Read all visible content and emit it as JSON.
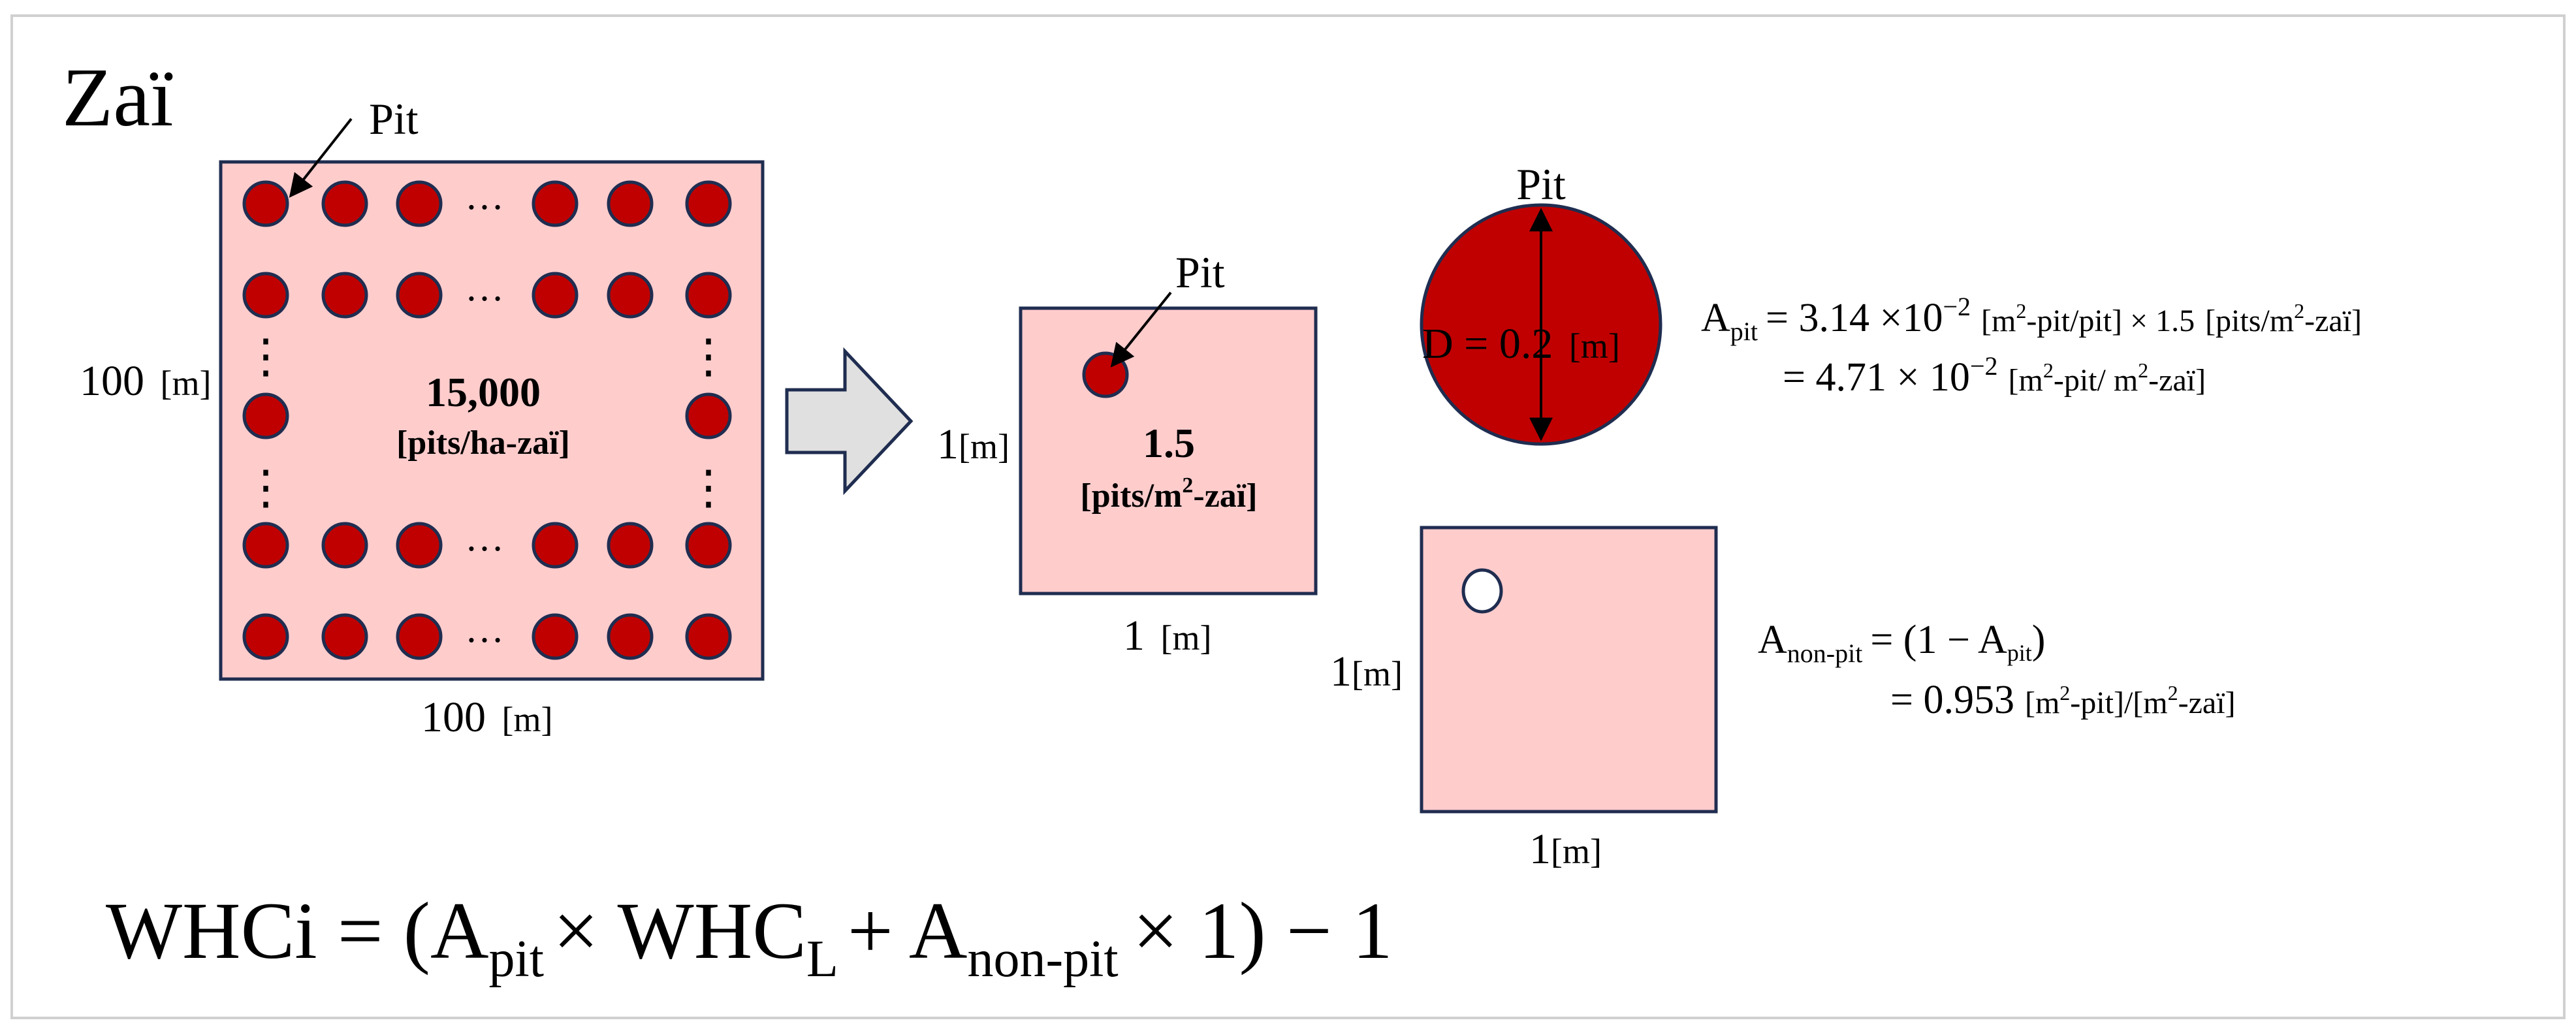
{
  "title": "Zaï",
  "colors": {
    "pink": "#ffcccc",
    "pit_red": "#c00000",
    "navy": "#1f2d50",
    "arrow_fill": "#e0e0e0",
    "frame": "#d0d0d0"
  },
  "left_panel": {
    "pit_label": "Pit",
    "height_value": "100",
    "height_unit": "[m]",
    "width_value": "100",
    "width_unit": "[m]",
    "density_value": "15,000",
    "density_unit": "[pits/ha-zaï]",
    "ellipsis_h": "…",
    "ellipsis_v": "⋮"
  },
  "middle_panel": {
    "pit_label": "Pit",
    "height_value": "1",
    "height_unit": "[m]",
    "width_value": "1",
    "width_unit": "[m]",
    "density_value": "1.5",
    "density_unit_a": "[pits/m",
    "density_unit_sup": "2",
    "density_unit_b": "-zaï]"
  },
  "pit_detail": {
    "label": "Pit",
    "diameter_text": "D = 0.2",
    "diameter_unit": "[m]"
  },
  "non_pit_square": {
    "height_value": "1",
    "height_unit": "[m]",
    "width_value": "1",
    "width_unit": "[m]"
  },
  "eq_pit": {
    "A": "A",
    "sub": "pit",
    "line1_part1": "= 3.14 ×10",
    "line1_exp": "−2",
    "line1_part2": "[m",
    "line1_sup2": "2",
    "line1_part3": "-pit/pit] × 1.5",
    "line1_part4": "[pits/m",
    "line1_sup3": "2",
    "line1_part5": "-zaï]",
    "line2_part1": "= 4.71 × 10",
    "line2_exp": "−2",
    "line2_part2": "[m",
    "line2_sup2": "2",
    "line2_part3": "-pit/ m",
    "line2_sup3": "2",
    "line2_part4": "-zaï]"
  },
  "eq_nonpit": {
    "A": "A",
    "sub": "non-pit",
    "line1_part1": "= (1 − A",
    "line1_sub": "pit",
    "line1_part2": ")",
    "line2_part1": "= 0.953",
    "line2_part2": "[m",
    "line2_sup1": "2",
    "line2_part3": "-pit]/[m",
    "line2_sup2": "2",
    "line2_part4": "-zaï]"
  },
  "formula": {
    "p1": "WHCi = (A",
    "s1": "pit",
    "p2": "× WHC",
    "s2": "L",
    "p3": "+ A",
    "s3": "non-pit",
    "p4": "×  1) − 1"
  }
}
